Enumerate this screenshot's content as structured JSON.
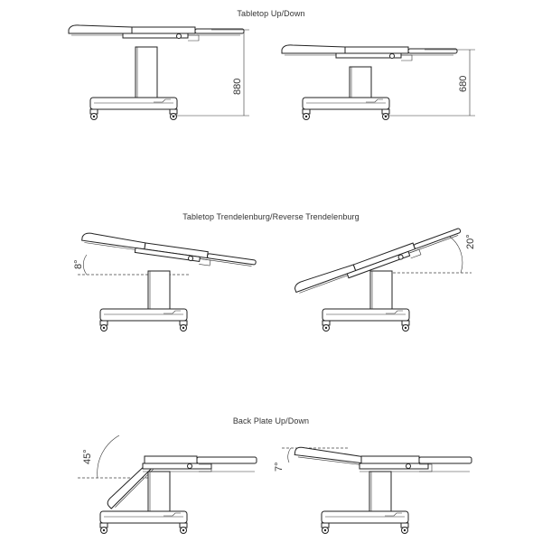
{
  "captions": {
    "updown": "Tabletop Up/Down",
    "trendelenburg": "Tabletop Trendelenburg/Reverse Trendelenburg",
    "backplate": "Back Plate Up/Down"
  },
  "dimensions": {
    "height_max": "880",
    "height_min": "680",
    "trend_angle": "8°",
    "reverse_angle": "20°",
    "back_up_angle": "45°",
    "back_down_angle": "7°"
  }
}
